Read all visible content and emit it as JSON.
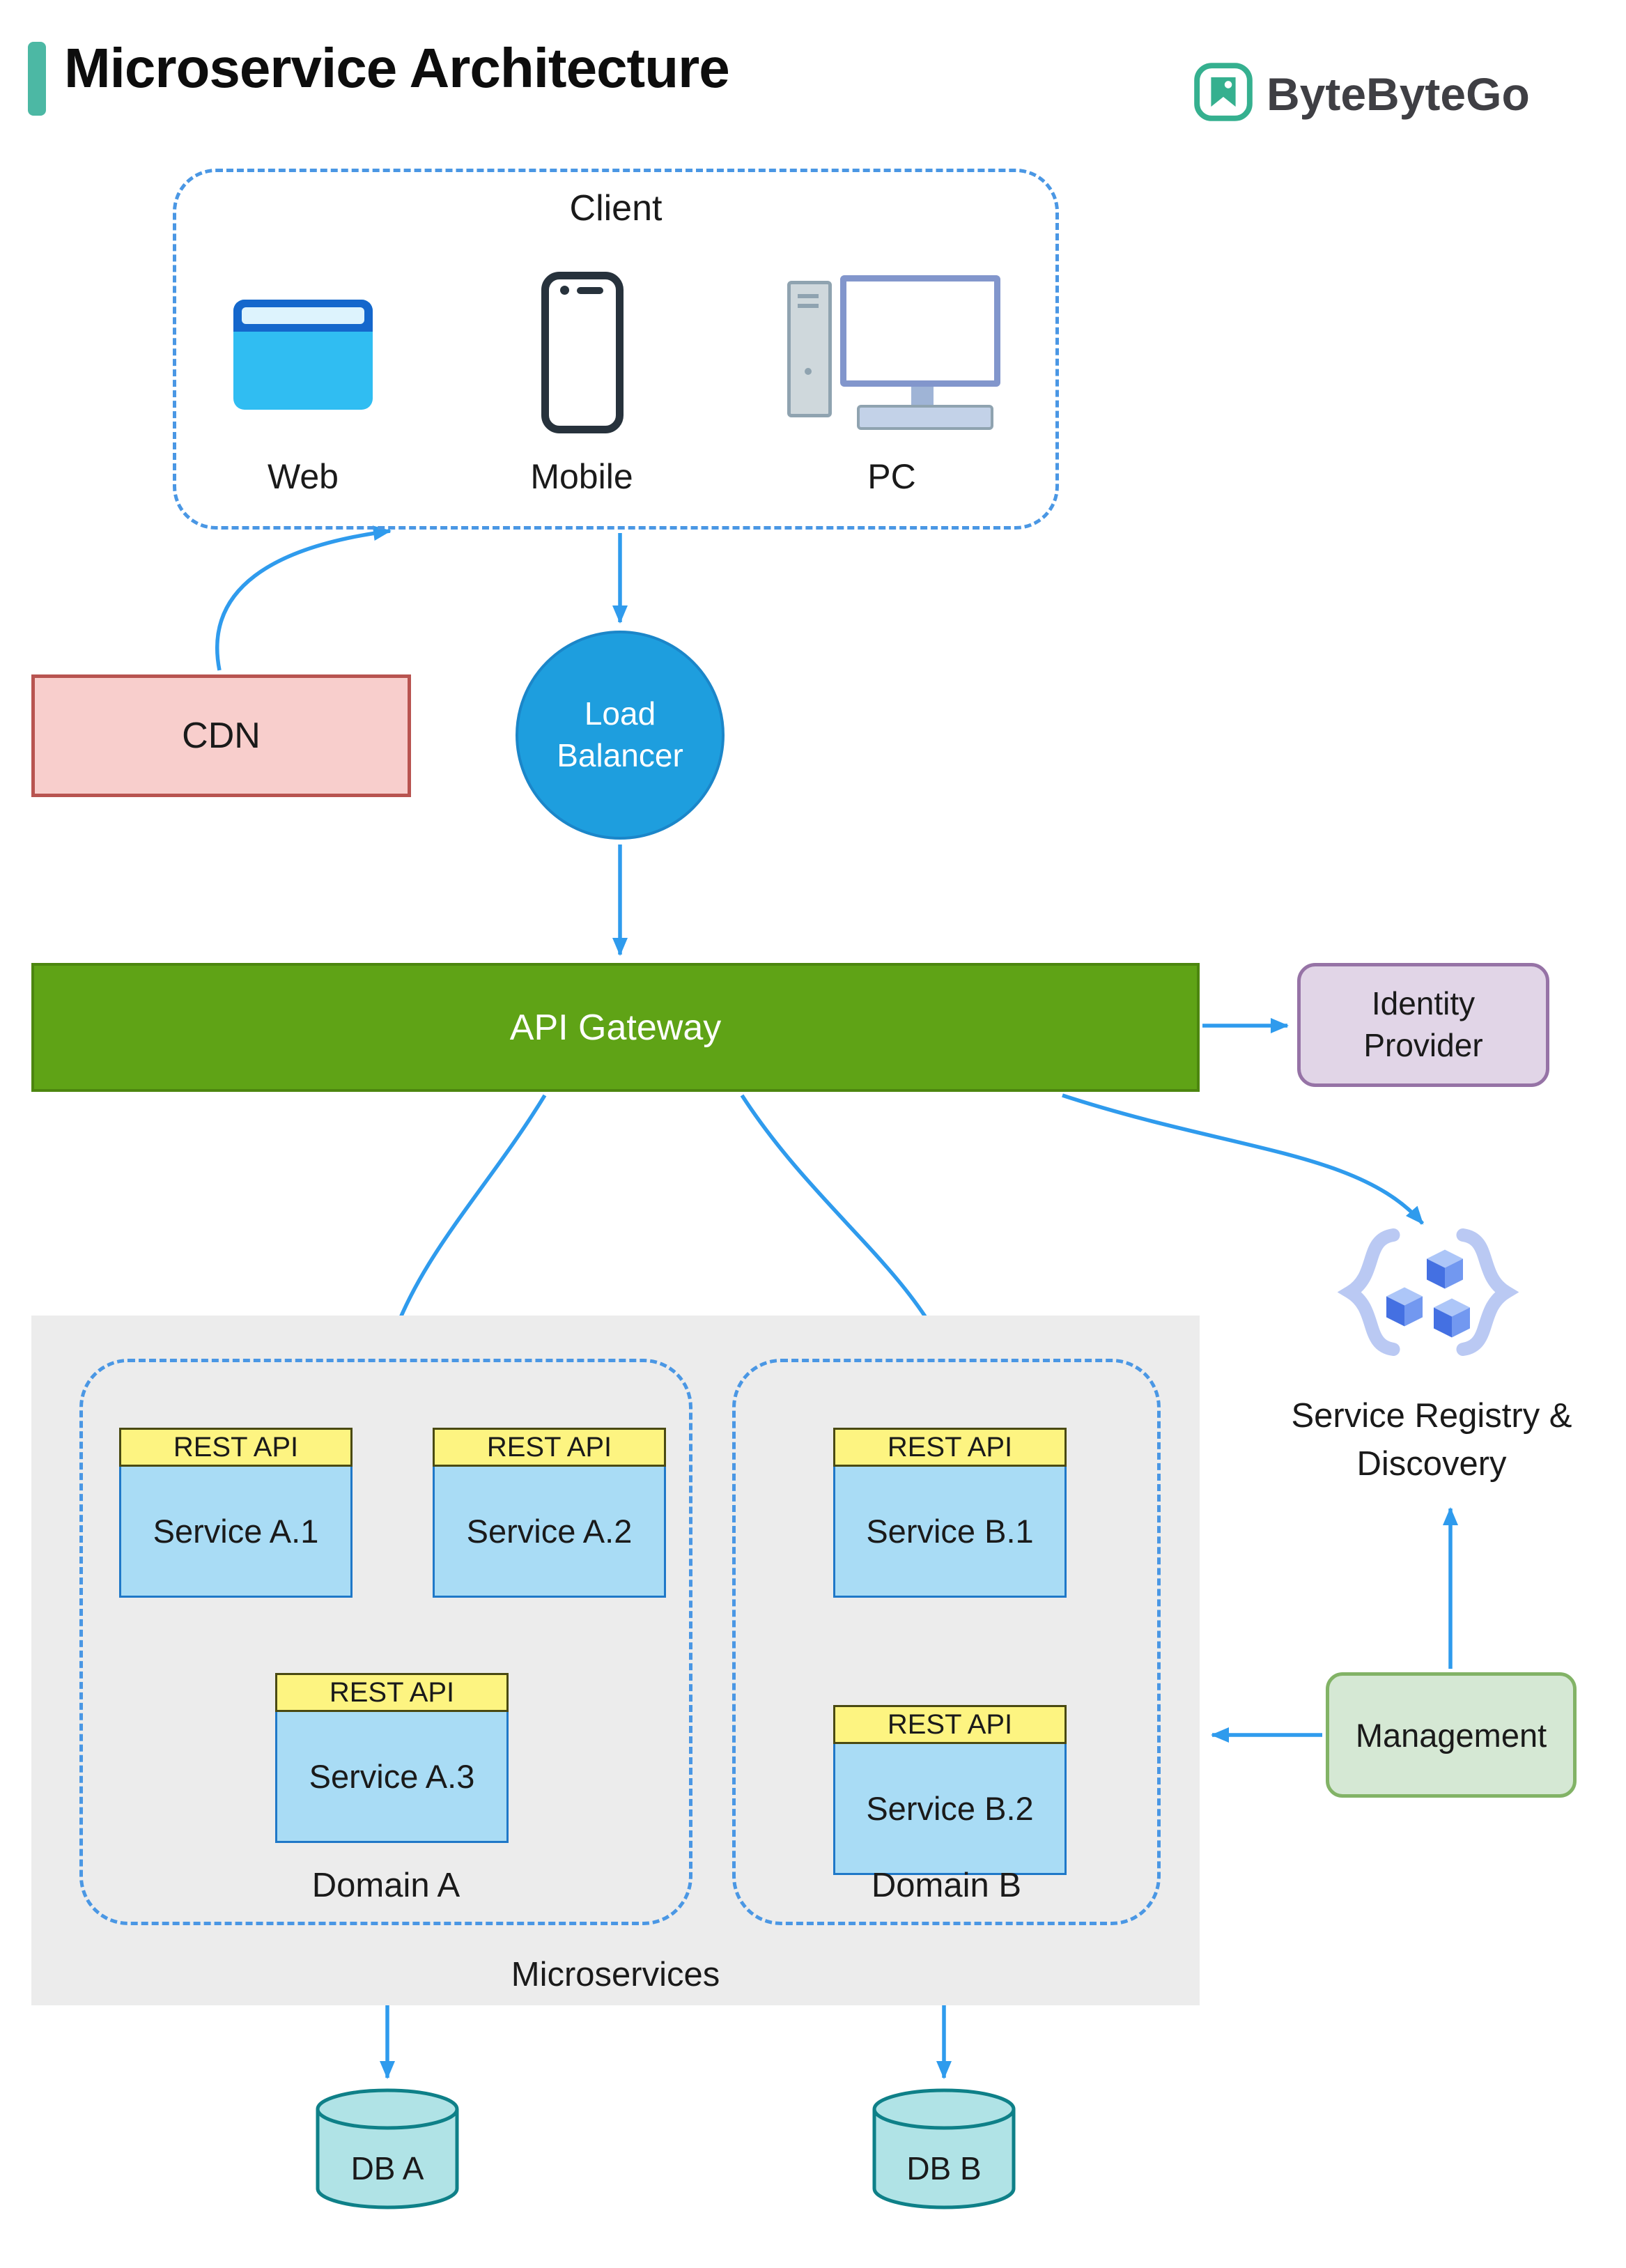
{
  "header": {
    "title": "Microservice Architecture",
    "brand": "ByteByteGo"
  },
  "client": {
    "label": "Client",
    "devices": [
      {
        "label": "Web",
        "icon": "browser-icon"
      },
      {
        "label": "Mobile",
        "icon": "smartphone-icon"
      },
      {
        "label": "PC",
        "icon": "desktop-computer-icon"
      }
    ]
  },
  "cdn": {
    "label": "CDN"
  },
  "load_balancer": {
    "label": "Load\nBalancer"
  },
  "api_gateway": {
    "label": "API Gateway"
  },
  "identity_provider": {
    "label": "Identity\nProvider"
  },
  "service_registry": {
    "label": "Service Registry &\nDiscovery",
    "icon": "cubes-in-braces-icon"
  },
  "management": {
    "label": "Management"
  },
  "microservices": {
    "label": "Microservices",
    "domain_a": {
      "label": "Domain A",
      "services": [
        {
          "header": "REST API",
          "name": "Service A.1"
        },
        {
          "header": "REST API",
          "name": "Service A.2"
        },
        {
          "header": "REST API",
          "name": "Service A.3"
        }
      ]
    },
    "domain_b": {
      "label": "Domain B",
      "services": [
        {
          "header": "REST API",
          "name": "Service B.1"
        },
        {
          "header": "REST API",
          "name": "Service B.2"
        }
      ]
    }
  },
  "databases": [
    {
      "label": "DB A"
    },
    {
      "label": "DB B"
    }
  ],
  "colors": {
    "arrow_blue": "#2f9bed",
    "dashed_border_blue": "#4a97e4",
    "accent_teal": "#4cb8a4",
    "brand_teal": "#35b08f",
    "cdn_fill": "#f8cecc",
    "cdn_border": "#b85450",
    "load_balancer_fill": "#1e9ede",
    "api_gateway_fill": "#5fa316",
    "identity_fill": "#e1d5e7",
    "identity_border": "#9673a6",
    "management_fill": "#d5e8d4",
    "management_border": "#82b366",
    "service_header_fill": "#fdf481",
    "service_body_fill": "#a9dcf5",
    "db_fill": "#b0e3e6",
    "db_border": "#0e8088",
    "microservices_fill": "#ececec"
  }
}
